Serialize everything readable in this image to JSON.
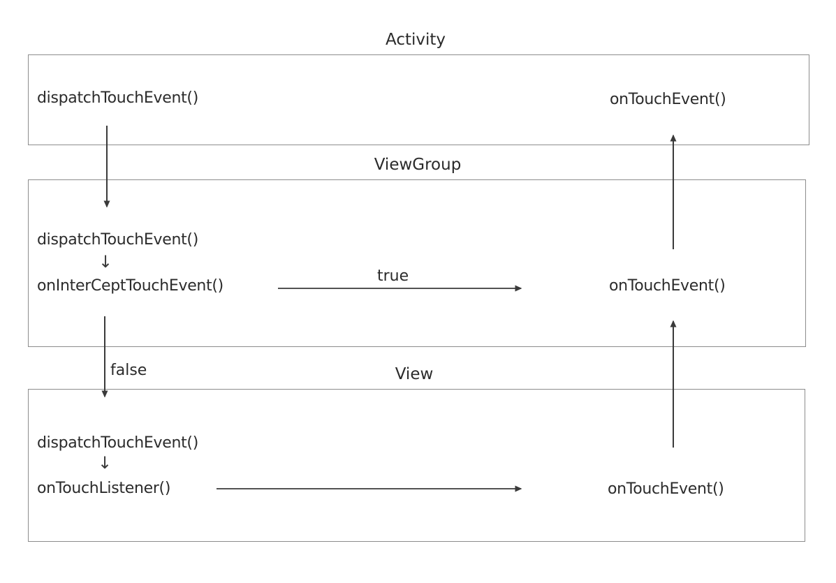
{
  "activity": {
    "title": "Activity",
    "dispatch": "dispatchTouchEvent()",
    "ontouch": "onTouchEvent()"
  },
  "viewgroup": {
    "title": "ViewGroup",
    "dispatch": "dispatchTouchEvent()",
    "intercept": "onInterCeptTouchEvent()",
    "ontouch": "onTouchEvent()",
    "true_label": "true",
    "false_label": "false"
  },
  "view": {
    "title": "View",
    "dispatch": "dispatchTouchEvent()",
    "listener": "onTouchListener()",
    "ontouch": "onTouchEvent()"
  },
  "icons": {
    "down_arrow": "↓"
  },
  "colors": {
    "arrow": "#3a3a3a",
    "border": "#8c8c8c",
    "text": "#2b2b2b"
  }
}
